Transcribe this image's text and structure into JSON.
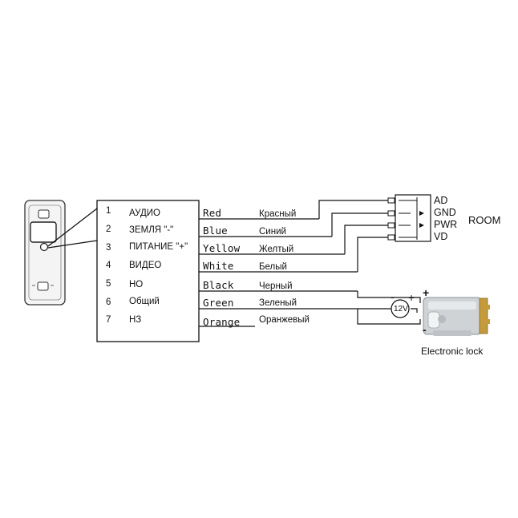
{
  "diagram": {
    "pins": [
      {
        "num": "1",
        "func": "АУДИО",
        "color_en": "Red",
        "color_ru": "Красный"
      },
      {
        "num": "2",
        "func": "ЗЕМЛЯ \"-\"",
        "color_en": "Blue",
        "color_ru": "Синий"
      },
      {
        "num": "3",
        "func": "ПИТАНИЕ \"+\"",
        "color_en": "Yellow",
        "color_ru": "Желтый"
      },
      {
        "num": "4",
        "func": "ВИДЕО",
        "color_en": "White",
        "color_ru": "Белый"
      },
      {
        "num": "5",
        "func": "НО",
        "color_en": "Black",
        "color_ru": "Черный"
      },
      {
        "num": "6",
        "func": "Общий",
        "color_en": "Green",
        "color_ru": "Зеленый"
      },
      {
        "num": "7",
        "func": "НЗ",
        "color_en": "Orange",
        "color_ru": "Оранжевый"
      }
    ],
    "room": {
      "label": "ROOM",
      "terminals": [
        "AD",
        "GND",
        "PWR",
        "VD"
      ]
    },
    "power": {
      "label": "12V",
      "minus": "-",
      "plus": "+"
    },
    "lock": {
      "label": "Electronic lock",
      "plus": "+",
      "minus": "-"
    }
  }
}
